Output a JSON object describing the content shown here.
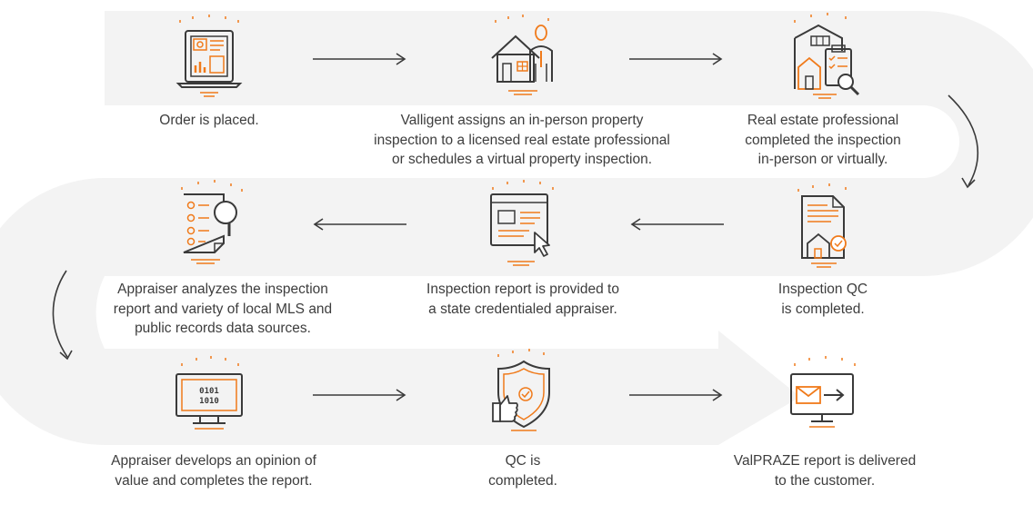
{
  "steps": [
    {
      "id": 1,
      "icon": "laptop-chart-icon",
      "lines": [
        "Order is placed."
      ]
    },
    {
      "id": 2,
      "icon": "house-person-icon",
      "lines": [
        "Valligent assigns an in-person property",
        "inspection to a licensed real estate professional",
        "or schedules a virtual property inspection."
      ]
    },
    {
      "id": 3,
      "icon": "building-checklist-icon",
      "lines": [
        "Real estate professional",
        "completed the inspection",
        "in-person or virtually."
      ]
    },
    {
      "id": 4,
      "icon": "document-house-badge-icon",
      "lines": [
        "Inspection QC",
        "is completed."
      ]
    },
    {
      "id": 5,
      "icon": "browser-cursor-icon",
      "lines": [
        "Inspection report is provided to",
        "a state credentialed appraiser."
      ]
    },
    {
      "id": 6,
      "icon": "checklist-magnifier-icon",
      "lines": [
        "Appraiser analyzes the inspection",
        "report and variety of local MLS and",
        "public records data sources."
      ]
    },
    {
      "id": 7,
      "icon": "monitor-binary-icon",
      "lines": [
        "Appraiser develops an opinion of",
        "value and completes the report."
      ]
    },
    {
      "id": 8,
      "icon": "shield-thumbsup-icon",
      "lines": [
        "QC is",
        "completed."
      ]
    },
    {
      "id": 9,
      "icon": "monitor-email-icon",
      "lines": [
        "ValPRAZE report is delivered",
        "to the customer."
      ]
    }
  ],
  "colors": {
    "accent": "#f07a1a",
    "line": "#3a3a3a",
    "band": "#f1f1f1"
  }
}
